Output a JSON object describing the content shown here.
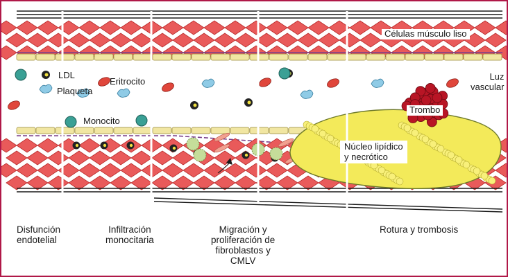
{
  "labels": {
    "ldl": "LDL",
    "plaqueta": "Plaqueta",
    "eritrocito": "Eritrocito",
    "monocito": "Monocito",
    "celulas_musculo_liso": "Células músculo liso",
    "luz_vascular": "Luz\nvascular",
    "trombo": "Trombo",
    "nucleo_lipidico": "Núcleo lipídico\ny necrótico"
  },
  "stages": [
    {
      "label": "Disfunción\nendotelial"
    },
    {
      "label": "Infiltración\nmonocitaria"
    },
    {
      "label": "Migración y\nproliferación de\nfibroblastos y\nCMLV"
    },
    {
      "label": "Rotura y trombosis"
    }
  ],
  "colors": {
    "frame": "#b01848",
    "muscle_fill": "#e95a5a",
    "muscle_stroke": "#b82a2a",
    "endothelium": "#f1e6a2",
    "basement_line": "#7a3e8a",
    "erythrocyte": "#e0463b",
    "platelet": "#8fcbe6",
    "monocyte": "#3aa095",
    "ldl": "#222222",
    "lipid_core": "#f3ea5a",
    "thrombus": "#b81525",
    "foam_cell": "#c5dd9a"
  }
}
